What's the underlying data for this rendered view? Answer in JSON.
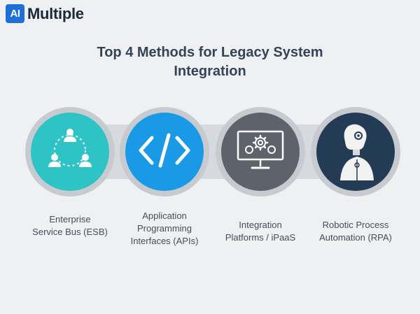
{
  "logo": {
    "mark": "AI",
    "name": "Multiple"
  },
  "title": {
    "line1": "Top 4 Methods for Legacy System",
    "line2": "Integration"
  },
  "methods": [
    {
      "line1": "Enterprise",
      "line2": "Service Bus (ESB)",
      "line3": "",
      "icon": "network-people-icon",
      "color": "#2ec4c6"
    },
    {
      "line1": "Application",
      "line2": "Programming",
      "line3": "Interfaces (APIs)",
      "icon": "code-brackets-icon",
      "color": "#1a9ae6"
    },
    {
      "line1": "Integration",
      "line2": "Platforms / iPaaS",
      "line3": "",
      "icon": "monitor-gears-icon",
      "color": "#5d636b"
    },
    {
      "line1": "Robotic Process",
      "line2": "Automation (RPA)",
      "line3": "",
      "icon": "robot-icon",
      "color": "#233b55"
    }
  ]
}
